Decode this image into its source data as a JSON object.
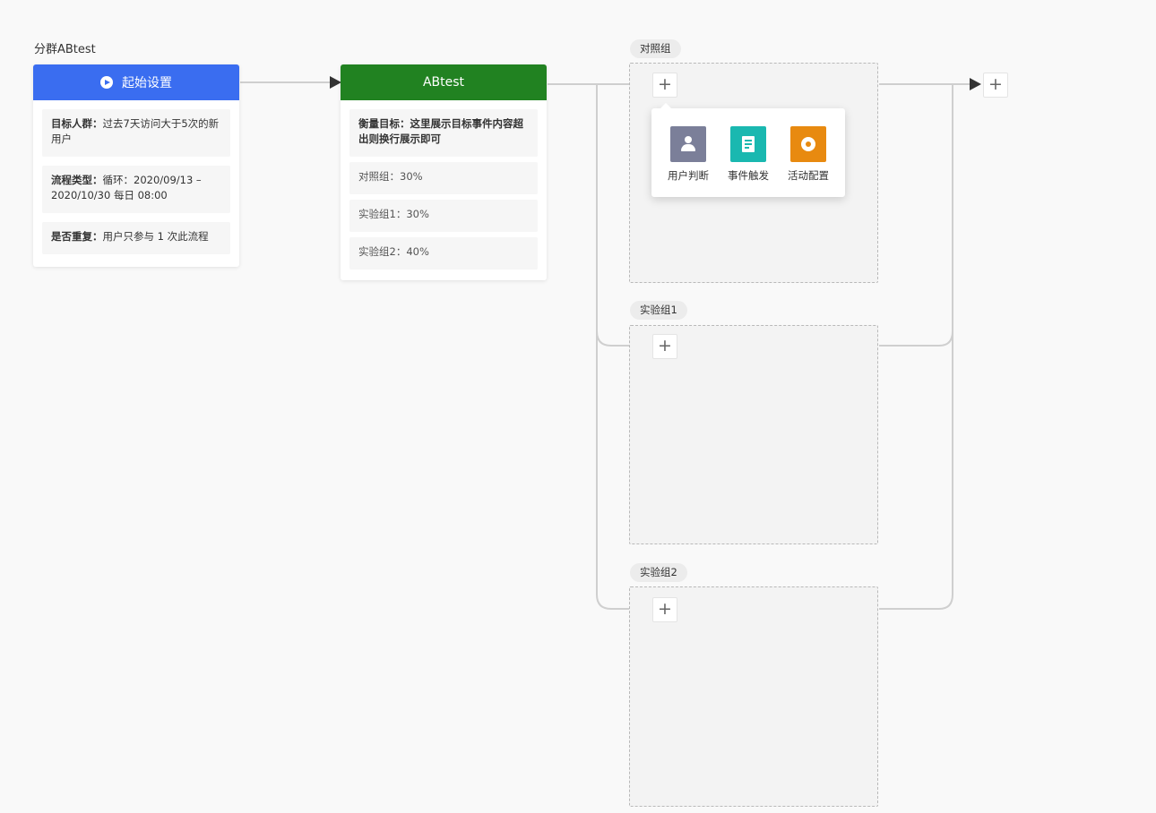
{
  "flow": {
    "title": "分群ABtest"
  },
  "start_node": {
    "header": "起始设置",
    "header_color": "#3a6df0",
    "rows": [
      {
        "label": "目标人群：",
        "value": "过去7天访问大于5次的新用户"
      },
      {
        "label": "流程类型：",
        "value": "循环：2020/09/13 – 2020/10/30 每日 08:00"
      },
      {
        "label": "是否重复：",
        "value": "用户只参与 1 次此流程"
      }
    ]
  },
  "abtest_node": {
    "header": "ABtest",
    "header_color": "#218221",
    "goal": "衡量目标：这里展示目标事件内容超出则换行展示即可",
    "groups": [
      "对照组：30%",
      "实验组1：30%",
      "实验组2：40%"
    ]
  },
  "branches": [
    {
      "tag": "对照组",
      "plus_symbol": "+"
    },
    {
      "tag": "实验组1",
      "plus_symbol": "+"
    },
    {
      "tag": "实验组2",
      "plus_symbol": "+"
    }
  ],
  "final_plus_symbol": "+",
  "add_menu": {
    "items": [
      {
        "label": "用户判断",
        "icon": "user-icon",
        "color": "#7b7f99"
      },
      {
        "label": "事件触发",
        "icon": "document-icon",
        "color": "#1ab8b0"
      },
      {
        "label": "活动配置",
        "icon": "badge-icon",
        "color": "#e88a10"
      }
    ]
  }
}
